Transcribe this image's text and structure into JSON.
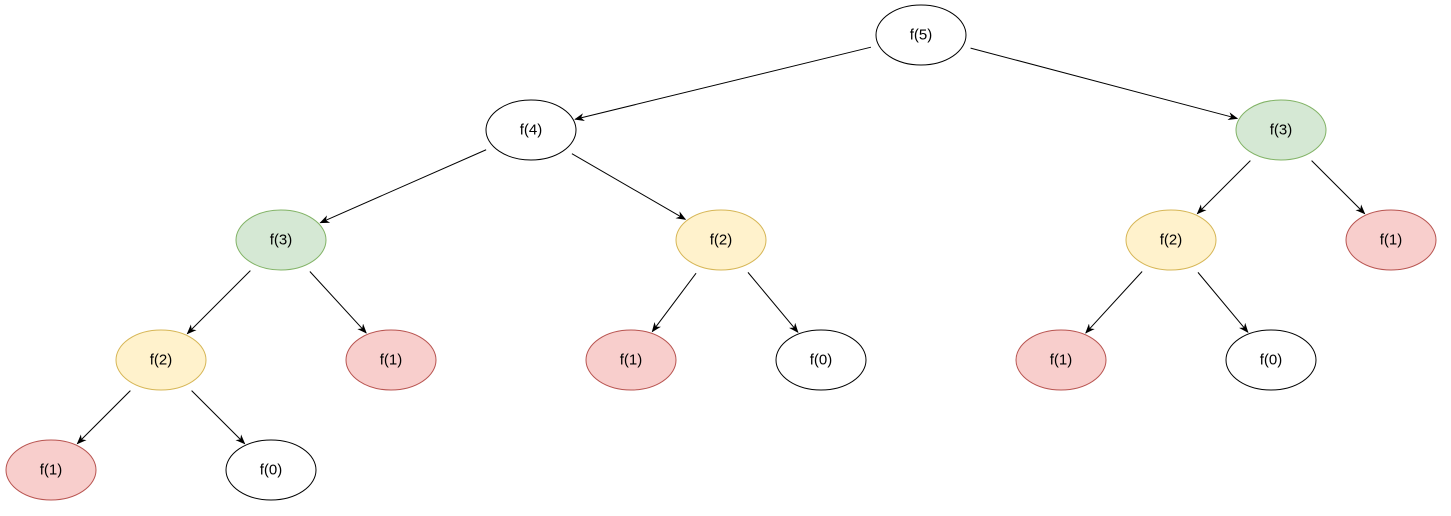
{
  "colors": {
    "default": {
      "fill": "#ffffff",
      "stroke": "#000000"
    },
    "green": {
      "fill": "#d5e8d4",
      "stroke": "#82b366"
    },
    "yellow": {
      "fill": "#fff2cc",
      "stroke": "#d6b656"
    },
    "red": {
      "fill": "#f8cecc",
      "stroke": "#b85450"
    },
    "edge": "#000000"
  },
  "nodes": [
    {
      "id": "n5",
      "label": "f(5)",
      "color": "default"
    },
    {
      "id": "n4",
      "label": "f(4)",
      "color": "default"
    },
    {
      "id": "n3r",
      "label": "f(3)",
      "color": "green"
    },
    {
      "id": "n3l",
      "label": "f(3)",
      "color": "green"
    },
    {
      "id": "n2m",
      "label": "f(2)",
      "color": "yellow"
    },
    {
      "id": "n2r",
      "label": "f(2)",
      "color": "yellow"
    },
    {
      "id": "n1rr",
      "label": "f(1)",
      "color": "red"
    },
    {
      "id": "n2l",
      "label": "f(2)",
      "color": "yellow"
    },
    {
      "id": "n1l",
      "label": "f(1)",
      "color": "red"
    },
    {
      "id": "n1m",
      "label": "f(1)",
      "color": "red"
    },
    {
      "id": "n0m",
      "label": "f(0)",
      "color": "default"
    },
    {
      "id": "n1r",
      "label": "f(1)",
      "color": "red"
    },
    {
      "id": "n0r",
      "label": "f(0)",
      "color": "default"
    },
    {
      "id": "n1ll",
      "label": "f(1)",
      "color": "red"
    },
    {
      "id": "n0l",
      "label": "f(0)",
      "color": "default"
    }
  ],
  "edges": [
    {
      "from": "n5",
      "to": "n4"
    },
    {
      "from": "n5",
      "to": "n3r"
    },
    {
      "from": "n4",
      "to": "n3l"
    },
    {
      "from": "n4",
      "to": "n2m"
    },
    {
      "from": "n3r",
      "to": "n2r"
    },
    {
      "from": "n3r",
      "to": "n1rr"
    },
    {
      "from": "n3l",
      "to": "n2l"
    },
    {
      "from": "n3l",
      "to": "n1l"
    },
    {
      "from": "n2m",
      "to": "n1m"
    },
    {
      "from": "n2m",
      "to": "n0m"
    },
    {
      "from": "n2r",
      "to": "n1r"
    },
    {
      "from": "n2r",
      "to": "n0r"
    },
    {
      "from": "n2l",
      "to": "n1ll"
    },
    {
      "from": "n2l",
      "to": "n0l"
    }
  ]
}
